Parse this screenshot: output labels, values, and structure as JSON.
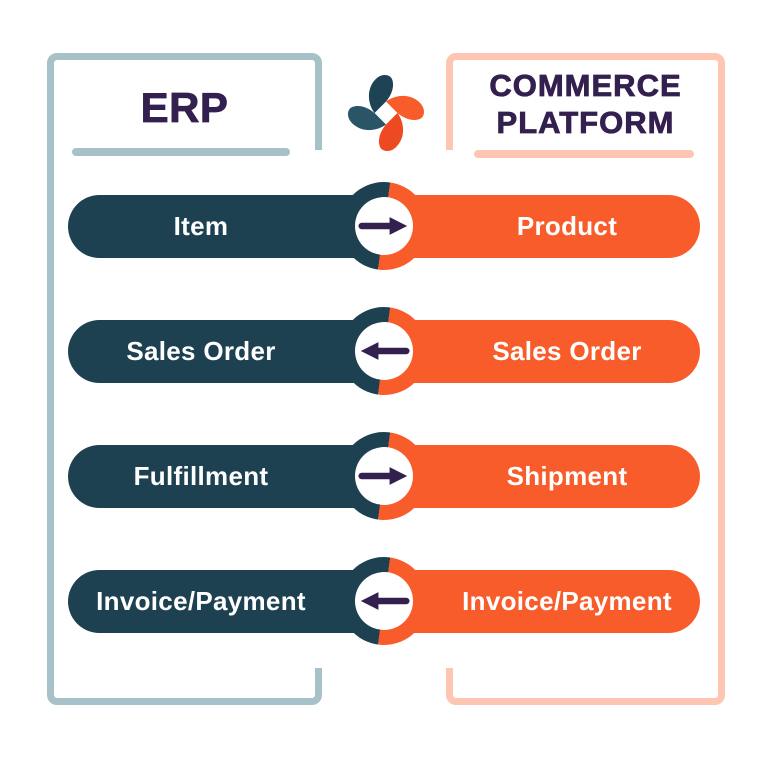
{
  "diagram": {
    "erp": {
      "title": "ERP"
    },
    "commerce": {
      "title_line1": "COMMERCE",
      "title_line2": "PLATFORM"
    },
    "logo": "four-point-star-logo",
    "rows": [
      {
        "left": "Item",
        "right": "Product",
        "direction": "right"
      },
      {
        "left": "Sales Order",
        "right": "Sales Order",
        "direction": "left"
      },
      {
        "left": "Fulfillment",
        "right": "Shipment",
        "direction": "right"
      },
      {
        "left": "Invoice/Payment",
        "right": "Invoice/Payment",
        "direction": "left"
      }
    ]
  },
  "colors": {
    "navy": "#1E4152",
    "orange": "#F95C2B",
    "purple": "#34204F",
    "blue-border": "#A6C2C8",
    "peach-border": "#FEC6B2",
    "background": "#FFFFFF",
    "logo-navy-dark": "#1D4355",
    "logo-navy-light": "#2A5566",
    "logo-orange": "#F95C2B",
    "logo-orange-deep": "#EE4A21"
  }
}
